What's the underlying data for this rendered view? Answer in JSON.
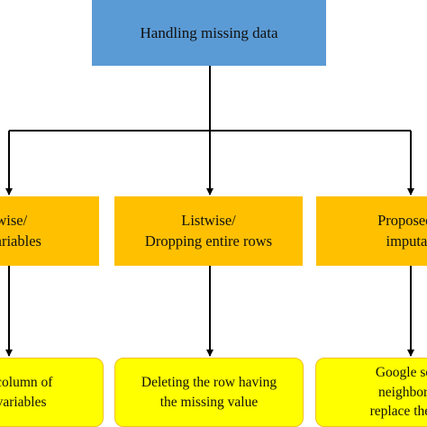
{
  "root": {
    "label": "Handling missing data"
  },
  "methods": [
    {
      "line1": "rwise/",
      "line2": "g variables"
    },
    {
      "line1": "Listwise/",
      "line2": "Dropping entire rows"
    },
    {
      "line1": "Proposed h",
      "line2": "imputati"
    }
  ],
  "descriptions": [
    {
      "line1": "e the column of",
      "line2": "tant variables"
    },
    {
      "line1": "Deleting the row having",
      "line2": "the missing value"
    },
    {
      "line1": "Google searc",
      "line2": "neighboring",
      "line3": "replace the mis"
    }
  ],
  "colors": {
    "root_fill": "#5b9bd5",
    "method_fill": "#ffc000",
    "description_fill": "#ffff00",
    "connector": "#000000"
  }
}
